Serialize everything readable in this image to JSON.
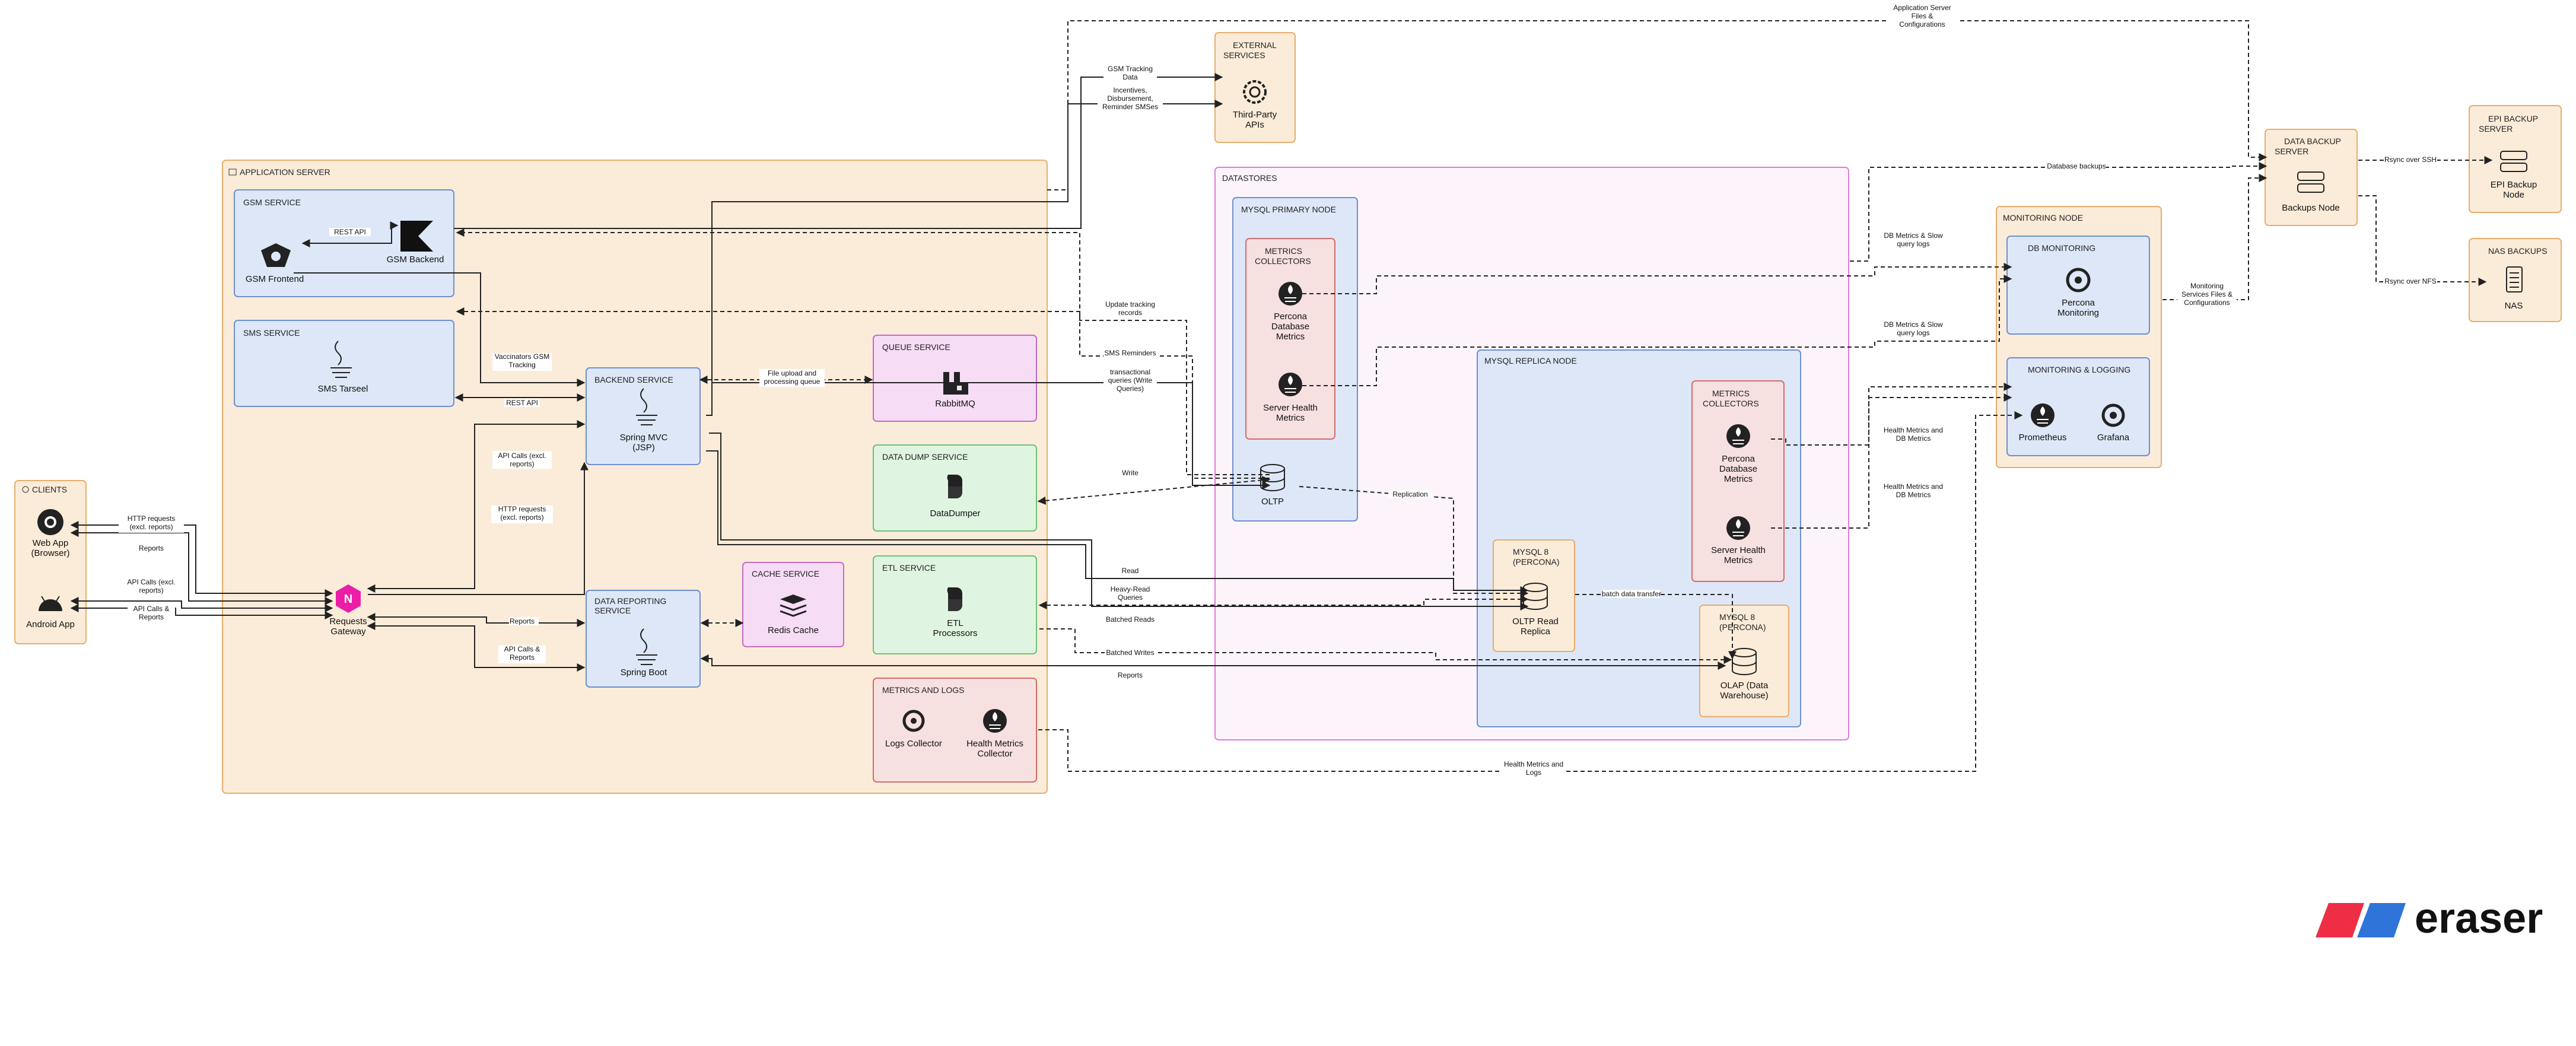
{
  "colors": {
    "orange_fill": "#fbecd9",
    "orange_stroke": "#e8ad6b",
    "blue_fill": "#dde7f7",
    "blue_stroke": "#6e8fd0",
    "purple_fill": "#f6dcf5",
    "purple_stroke": "#c56ac8",
    "green_fill": "#e0f4e2",
    "green_stroke": "#6cc178",
    "red_fill": "#f7e0e0",
    "red_stroke": "#d86a6a",
    "pink_fill": "#fdf4fb",
    "pink_stroke": "#e07bd8",
    "brand_red": "#ee2e45",
    "brand_blue": "#2f74d8",
    "nginx_green": "#ec1ea8"
  },
  "groups": {
    "clients": "CLIENTS",
    "app_server": "APPLICATION SERVER",
    "gsm_service": "GSM SERVICE",
    "sms_service": "SMS SERVICE",
    "backend_service": "BACKEND SERVICE",
    "data_reporting_service": "DATA REPORTING SERVICE",
    "queue_service": "QUEUE SERVICE",
    "data_dump_service": "DATA DUMP SERVICE",
    "cache_service": "CACHE SERVICE",
    "etl_service": "ETL SERVICE",
    "metrics_logs": "METRICS AND LOGS",
    "external_services": "EXTERNAL SERVICES",
    "datastores": "DATASTORES",
    "mysql_primary": "MYSQL PRIMARY NODE",
    "metrics_collectors_primary": "METRICS COLLECTORS",
    "mysql_replica": "MYSQL REPLICA NODE",
    "metrics_collectors_replica": "METRICS COLLECTORS",
    "mysql8_percona_a": "MYSQL 8 (PERCONA)",
    "mysql8_percona_b": "MYSQL 8 (PERCONA)",
    "monitoring_node": "MONITORING NODE",
    "db_monitoring": "DB MONITORING",
    "monitoring_logging": "MONITORING & LOGGING",
    "data_backup_server": "DATA BACKUP SERVER",
    "epi_backup_server": "EPI BACKUP SERVER",
    "nas_backups": "NAS BACKUPS"
  },
  "nodes": {
    "web_app": "Web App (Browser)",
    "android_app": "Android App",
    "requests_gateway": "Requests Gateway",
    "gsm_frontend": "GSM Frontend",
    "gsm_backend": "GSM Backend",
    "sms_tarseel": "SMS Tarseel",
    "spring_mvc": "Spring MVC (JSP)",
    "spring_boot": "Spring Boot",
    "rabbitmq": "RabbitMQ",
    "datadumper": "DataDumper",
    "redis_cache": "Redis Cache",
    "etl_processors": "ETL Processors",
    "logs_collector": "Logs Collector",
    "health_metrics_collector": "Health Metrics Collector",
    "third_party_apis": "Third-Party APIs",
    "oltp": "OLTP",
    "percona_db_metrics_primary": "Percona Database Metrics",
    "server_health_metrics_primary": "Server Health Metrics",
    "oltp_read_replica": "OLTP Read Replica",
    "olap": "OLAP (Data Warehouse)",
    "percona_db_metrics_replica": "Percona Database Metrics",
    "server_health_metrics_replica": "Server Health Metrics",
    "percona_monitoring": "Percona Monitoring",
    "prometheus": "Prometheus",
    "grafana": "Grafana",
    "backups_node": "Backups Node",
    "epi_backup_node": "EPI Backup Node",
    "nas": "NAS"
  },
  "edge_labels": {
    "http_requests_excl_reports": "HTTP requests (excl. reports)",
    "reports": "Reports",
    "api_calls_excl_reports": "API Calls (excl. reports)",
    "api_calls_reports": "API Calls & Reports",
    "gw_api_calls_excl_reports": "API Calls (excl. reports)",
    "gw_http_requests_excl_reports": "HTTP requests (excl. reports)",
    "gw_reports": "Reports",
    "gw_api_calls_reports": "API Calls & Reports",
    "rest_api_gsm": "REST API",
    "vaccinators_gsm_tracking": "Vaccinators GSM Tracking",
    "rest_api_sms": "REST API",
    "file_upload_queue": "File upload and processing queue",
    "gsm_tracking_data": "GSM Tracking Data",
    "incentives": "Incentives, Disbursement, Reminder SMSes",
    "update_tracking_records": "Update tracking records",
    "sms_reminders": "SMS Reminders",
    "transactional_queries": "transactional queries (Write Queries)",
    "write": "Write",
    "replication": "Replication",
    "read": "Read",
    "heavy_read_queries": "Heavy-Read Queries",
    "batched_reads": "Batched Reads",
    "batch_data_transfer": "batch data transfer",
    "batched_writes": "Batched Writes",
    "reports_olap": "Reports",
    "health_metrics_logs": "Health Metrics and Logs",
    "application_server_files": "Application Server Files & Configurations",
    "database_backups": "Database backups",
    "db_metrics_slow_1": "DB Metrics & Slow query logs",
    "db_metrics_slow_2": "DB Metrics & Slow query logs",
    "health_metrics_db_1": "Health Metrics and DB Metrics",
    "health_metrics_db_2": "Health Metrics and DB Metrics",
    "monitoring_services_files": "Monitoring Services Files & Configurations",
    "rsync_ssh": "Rsync over SSH",
    "rsync_nfs": "Rsync over NFS"
  },
  "brand": {
    "logo_text": "eraser"
  }
}
